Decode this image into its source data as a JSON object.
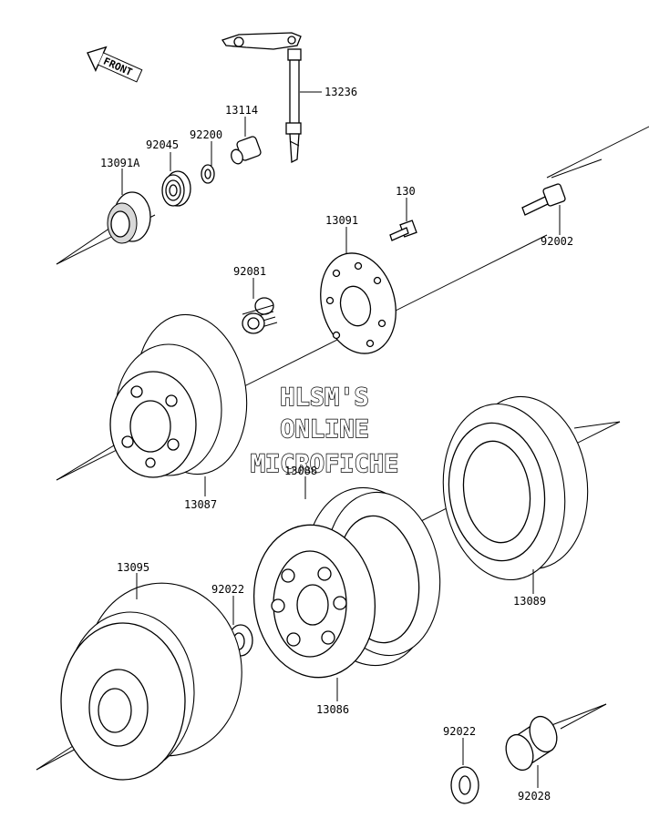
{
  "direction_indicator": {
    "label": "FRONT"
  },
  "watermark": {
    "line1": "HLSM'S",
    "line2": "ONLINE",
    "line3": "MICROFICHE"
  },
  "part_labels": [
    {
      "id": "13236",
      "text": "13236"
    },
    {
      "id": "13114",
      "text": "13114"
    },
    {
      "id": "92200",
      "text": "92200"
    },
    {
      "id": "92045",
      "text": "92045"
    },
    {
      "id": "13091A",
      "text": "13091A"
    },
    {
      "id": "130",
      "text": "130"
    },
    {
      "id": "13091",
      "text": "13091"
    },
    {
      "id": "92002",
      "text": "92002"
    },
    {
      "id": "92081",
      "text": "92081"
    },
    {
      "id": "13087",
      "text": "13087"
    },
    {
      "id": "13088",
      "text": "13088"
    },
    {
      "id": "13089",
      "text": "13089"
    },
    {
      "id": "13095",
      "text": "13095"
    },
    {
      "id": "92022a",
      "text": "92022"
    },
    {
      "id": "13086",
      "text": "13086"
    },
    {
      "id": "92022b",
      "text": "92022"
    },
    {
      "id": "92028",
      "text": "92028"
    }
  ]
}
